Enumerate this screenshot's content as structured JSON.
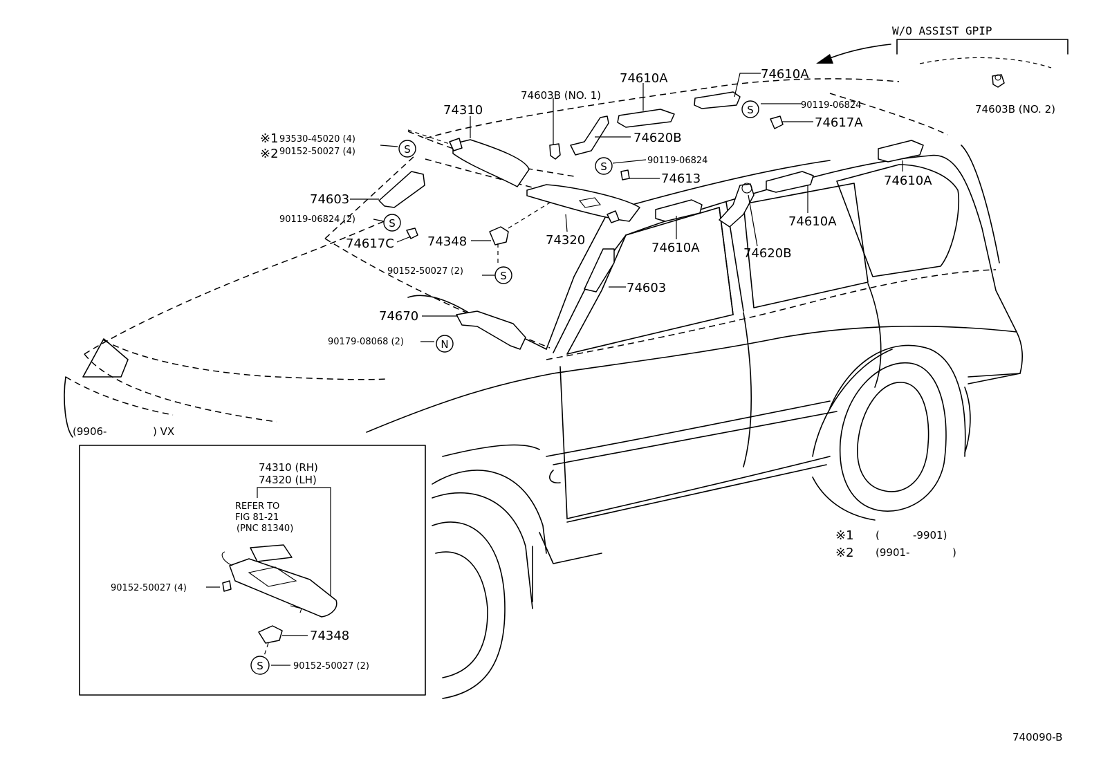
{
  "labels": {
    "wo_assist": "W/O ASSIST GPIP",
    "p74610A_1": "74610A",
    "p74610A_2": "74610A",
    "p74610A_3": "74610A",
    "p74610A_4": "74610A",
    "p74610A_5": "74610A",
    "p74603B_no1": "74603B (NO. 1)",
    "p74603B_no2": "74603B (NO. 2)",
    "p74310": "74310",
    "p90119_06824_a": "90119-06824",
    "p90119_06824_b": "90119-06824",
    "p74617A": "74617A",
    "note1_ref": "※1",
    "note2_ref": "※2",
    "p93530_45020": "93530-45020 (4)",
    "p90152_50027_4": "90152-50027 (4)",
    "p74620B_1": "74620B",
    "p74620B_2": "74620B",
    "p74613": "74613",
    "p74603_1": "74603",
    "p74603_2": "74603",
    "p90119_06824_2": "90119-06824 (2)",
    "p74617C": "74617C",
    "p74348": "74348",
    "p74320": "74320",
    "p90152_50027_2": "90152-50027 (2)",
    "p74670": "74670",
    "p90179_08068": "90179-08068 (2)",
    "vx_range_left": "(9906-",
    "vx_range_right": ") VX",
    "note1_mark": "※1",
    "note1_range_a": "(",
    "note1_range_b": "-9901)",
    "note2_mark": "※2",
    "note2_range_a": "(9901-",
    "note2_range_b": ")",
    "fig_code": "740090-B"
  },
  "inset": {
    "p74310_rh": "74310 (RH)",
    "p74320_lh": "74320 (LH)",
    "refer_line1": "REFER TO",
    "refer_line2": "FIG 81-21",
    "refer_line3": "(PNC 81340)",
    "p90152_50027_4": "90152-50027 (4)",
    "p74348": "74348",
    "p90152_50027_2": "90152-50027 (2)"
  },
  "symbols": {
    "screw": "S",
    "nut": "N"
  }
}
